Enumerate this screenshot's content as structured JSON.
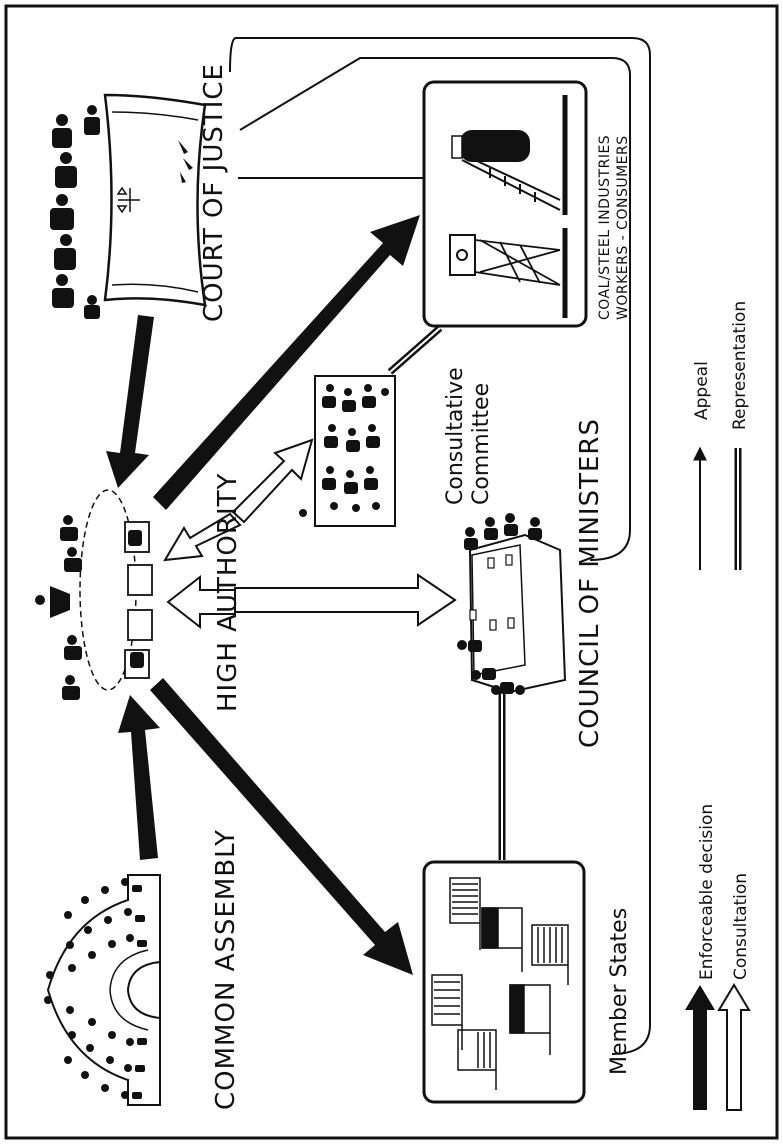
{
  "labels": {
    "court_of_justice": "COURT OF JUSTICE",
    "industries_line1": "COAL/STEEL INDUSTRIES",
    "industries_line2": "WORKERS - CONSUMERS",
    "consultative_line1": "Consultative",
    "consultative_line2": "Committee",
    "council_of_ministers": "COUNCIL OF MINISTERS",
    "high_authority": "HIGH AUTHORITY",
    "common_assembly": "COMMON ASSEMBLY",
    "member_states": "Member States"
  },
  "legend": {
    "enforceable": "Enforceable decision",
    "consultation": "Consultation",
    "appeal": "Appeal",
    "representation": "Representation"
  },
  "colors": {
    "ink": "#111111",
    "paper": "#ffffff"
  }
}
